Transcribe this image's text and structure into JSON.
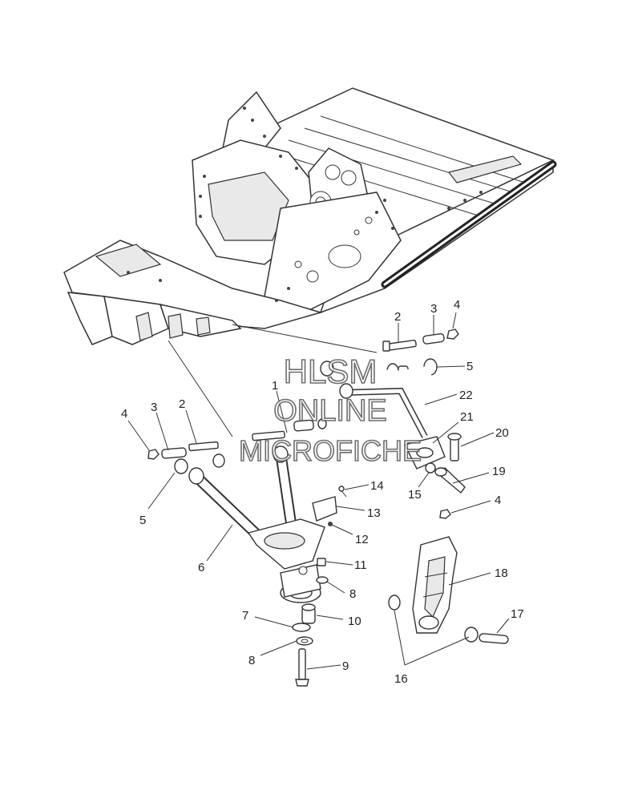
{
  "watermark": {
    "line1": "HLSM",
    "line2": "ONLINE",
    "line3": "MICROFICHE"
  },
  "callouts": {
    "c1": "1",
    "c2a": "2",
    "c3a": "3",
    "c4a": "4",
    "c5a": "5",
    "c22": "22",
    "c21": "21",
    "c20": "20",
    "c19": "19",
    "c15": "15",
    "c4b": "4",
    "c4c": "4",
    "c3b": "3",
    "c2b": "2",
    "c5b": "5",
    "c14": "14",
    "c13": "13",
    "c12": "12",
    "c6": "6",
    "c11": "11",
    "c8a": "8",
    "c7": "7",
    "c10": "10",
    "c8b": "8",
    "c9": "9",
    "c18": "18",
    "c17": "17",
    "c16": "16"
  }
}
